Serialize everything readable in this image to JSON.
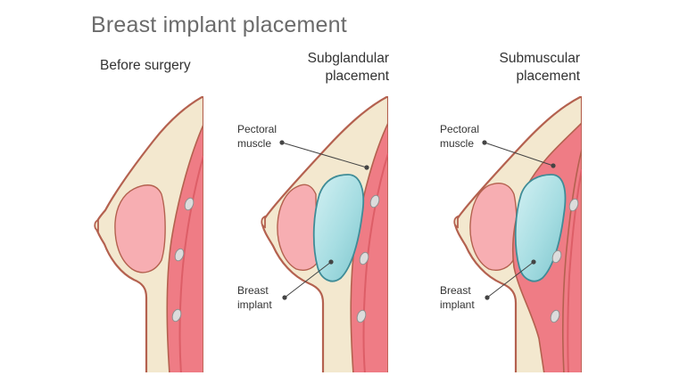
{
  "title": "Breast implant placement",
  "panels": [
    {
      "heading": [
        "Before surgery"
      ]
    },
    {
      "heading": [
        "Subglandular",
        "placement"
      ],
      "callouts": {
        "muscle": [
          "Pectoral",
          "muscle"
        ],
        "implant": [
          "Breast",
          "implant"
        ]
      }
    },
    {
      "heading": [
        "Submuscular",
        "placement"
      ],
      "callouts": {
        "muscle": [
          "Pectoral",
          "muscle"
        ],
        "implant": [
          "Breast",
          "implant"
        ]
      }
    }
  ],
  "colors": {
    "skin": "#f3e8cf",
    "outline": "#b4614f",
    "gland": "#f7aeb2",
    "muscle": "#ef7c85",
    "muscle_dark": "#dd5e67",
    "implant": "#a6dde2",
    "implant_edge": "#3f8c97",
    "rib": "#dcdcdc",
    "leader": "#444444"
  }
}
